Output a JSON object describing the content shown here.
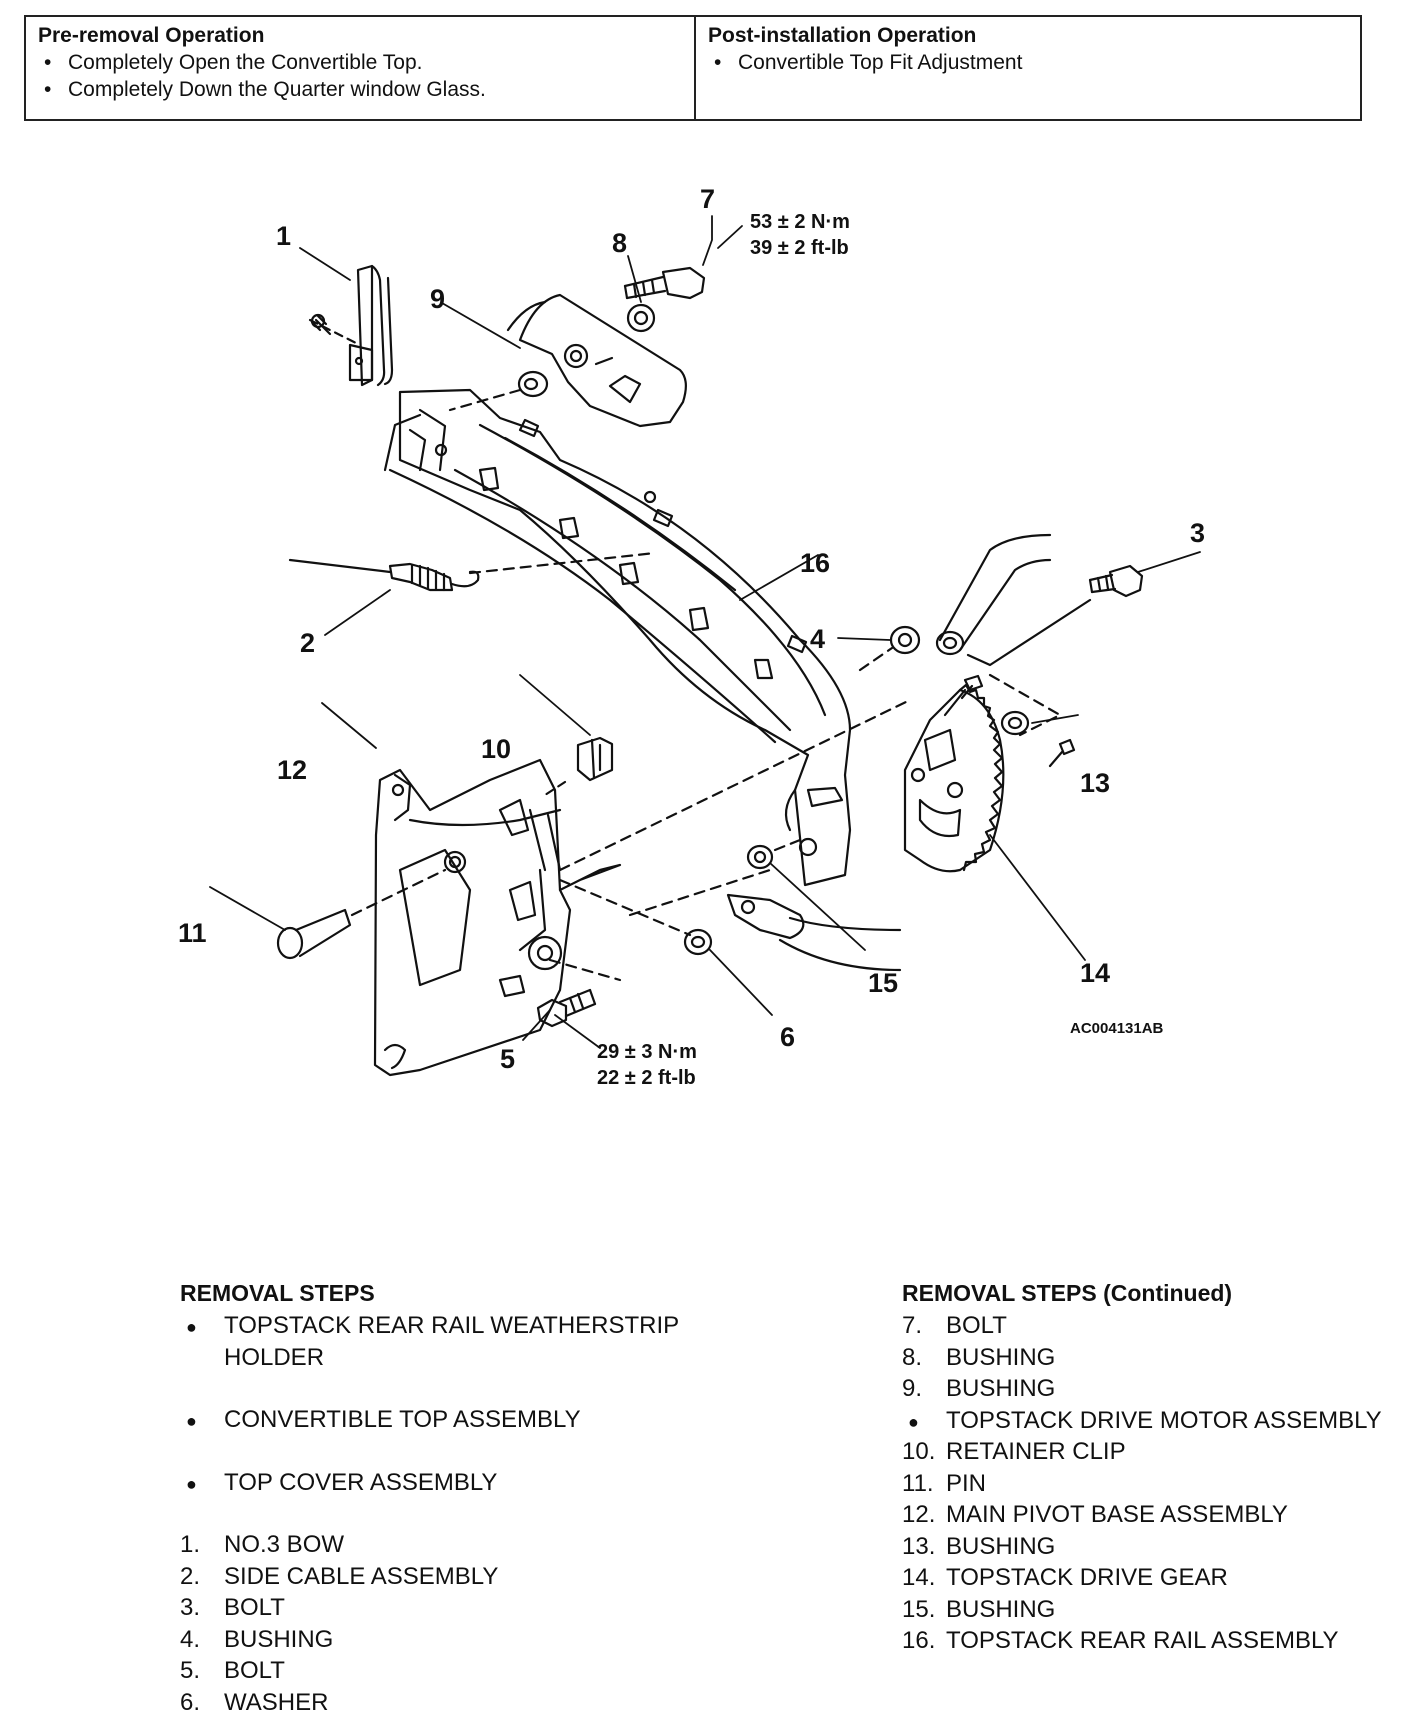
{
  "pre_removal": {
    "title": "Pre-removal Operation",
    "items": [
      "Completely Open the Convertible Top.",
      "Completely Down the Quarter window Glass."
    ]
  },
  "post_installation": {
    "title": "Post-installation Operation",
    "items": [
      "Convertible Top Fit Adjustment"
    ]
  },
  "diagram": {
    "callouts": [
      "1",
      "2",
      "3",
      "4",
      "5",
      "6",
      "7",
      "8",
      "9",
      "10",
      "11",
      "12",
      "13",
      "14",
      "15",
      "16"
    ],
    "torque_bolt7": [
      "53 ± 2 N·m",
      "39 ± 2 ft-lb"
    ],
    "torque_bolt5": [
      "29 ± 3 N·m",
      "22 ± 2 ft-lb"
    ],
    "figure_id": "AC004131AB"
  },
  "steps_left": {
    "title": "REMOVAL STEPS",
    "bullets": [
      "TOPSTACK REAR RAIL WEATHERSTRIP HOLDER",
      "CONVERTIBLE TOP ASSEMBLY",
      "TOP COVER ASSEMBLY"
    ],
    "numbered": [
      {
        "num": "1.",
        "label": "NO.3 BOW"
      },
      {
        "num": "2.",
        "label": "SIDE CABLE ASSEMBLY"
      },
      {
        "num": "3.",
        "label": "BOLT"
      },
      {
        "num": "4.",
        "label": "BUSHING"
      },
      {
        "num": "5.",
        "label": "BOLT"
      },
      {
        "num": "6.",
        "label": "WASHER"
      }
    ]
  },
  "steps_right": {
    "title": "REMOVAL STEPS (Continued)",
    "items_a": [
      {
        "num": "7.",
        "label": "BOLT"
      },
      {
        "num": "8.",
        "label": "BUSHING"
      },
      {
        "num": "9.",
        "label": "BUSHING"
      }
    ],
    "bullet": "TOPSTACK DRIVE MOTOR ASSEMBLY",
    "items_b": [
      {
        "num": "10.",
        "label": "RETAINER CLIP"
      },
      {
        "num": "11.",
        "label": "PIN"
      },
      {
        "num": "12.",
        "label": "MAIN PIVOT BASE ASSEMBLY"
      },
      {
        "num": "13.",
        "label": "BUSHING"
      },
      {
        "num": "14.",
        "label": "TOPSTACK DRIVE GEAR"
      },
      {
        "num": "15.",
        "label": "BUSHING"
      },
      {
        "num": "16.",
        "label": "TOPSTACK REAR RAIL ASSEMBLY"
      }
    ]
  }
}
